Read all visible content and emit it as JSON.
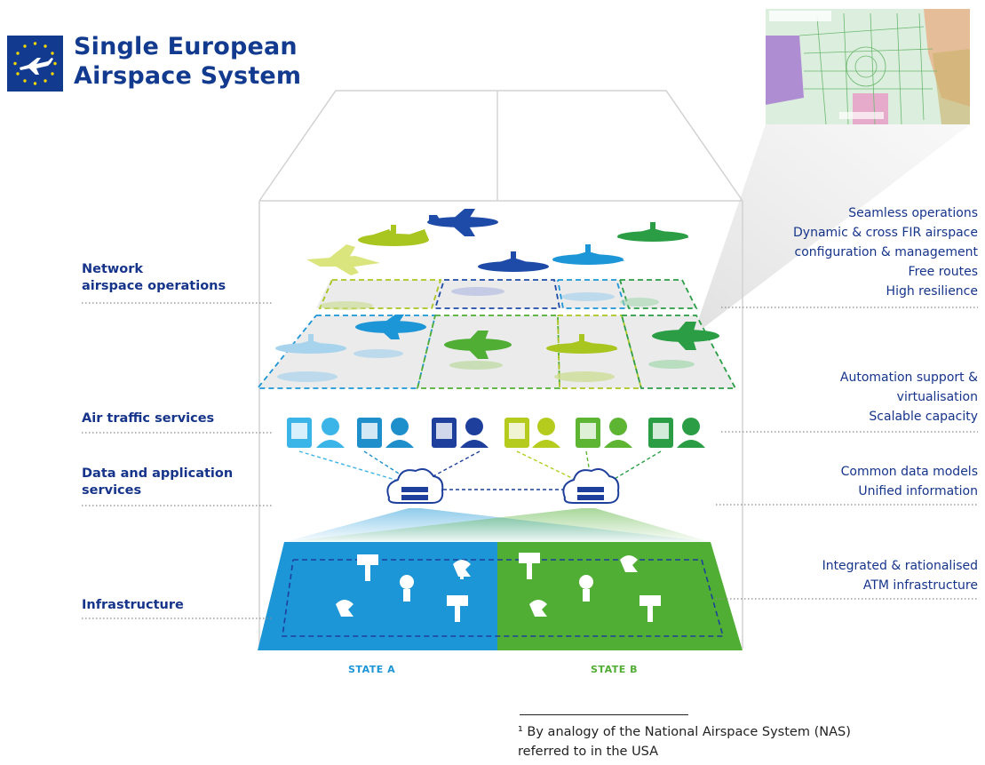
{
  "header": {
    "title_line1": "Single European",
    "title_line2": "Airspace System"
  },
  "left_labels": {
    "network_line1": "Network",
    "network_line2": "airspace operations",
    "ats": "Air traffic services",
    "data_line1": "Data and application",
    "data_line2": "services",
    "infrastructure": "Infrastructure"
  },
  "right_labels": {
    "network": [
      "Seamless operations",
      "Dynamic & cross FIR airspace",
      "configuration & management",
      "Free routes",
      "High resilience"
    ],
    "ats": [
      "Automation support &",
      "virtualisation",
      "Scalable capacity"
    ],
    "data": [
      "Common data models",
      "Unified information"
    ],
    "infrastructure": [
      "Integrated & rationalised",
      "ATM infrastructure"
    ]
  },
  "states": {
    "a": "STATE A",
    "b": "STATE B"
  },
  "footnote": {
    "line1": "¹ By analogy of the National Airspace System (NAS)",
    "line2": "referred to in the USA"
  },
  "colors": {
    "brand_blue": "#123a8f",
    "state_a": "#1c96d6",
    "state_b": "#4fae33",
    "lime": "#a9c51f"
  }
}
